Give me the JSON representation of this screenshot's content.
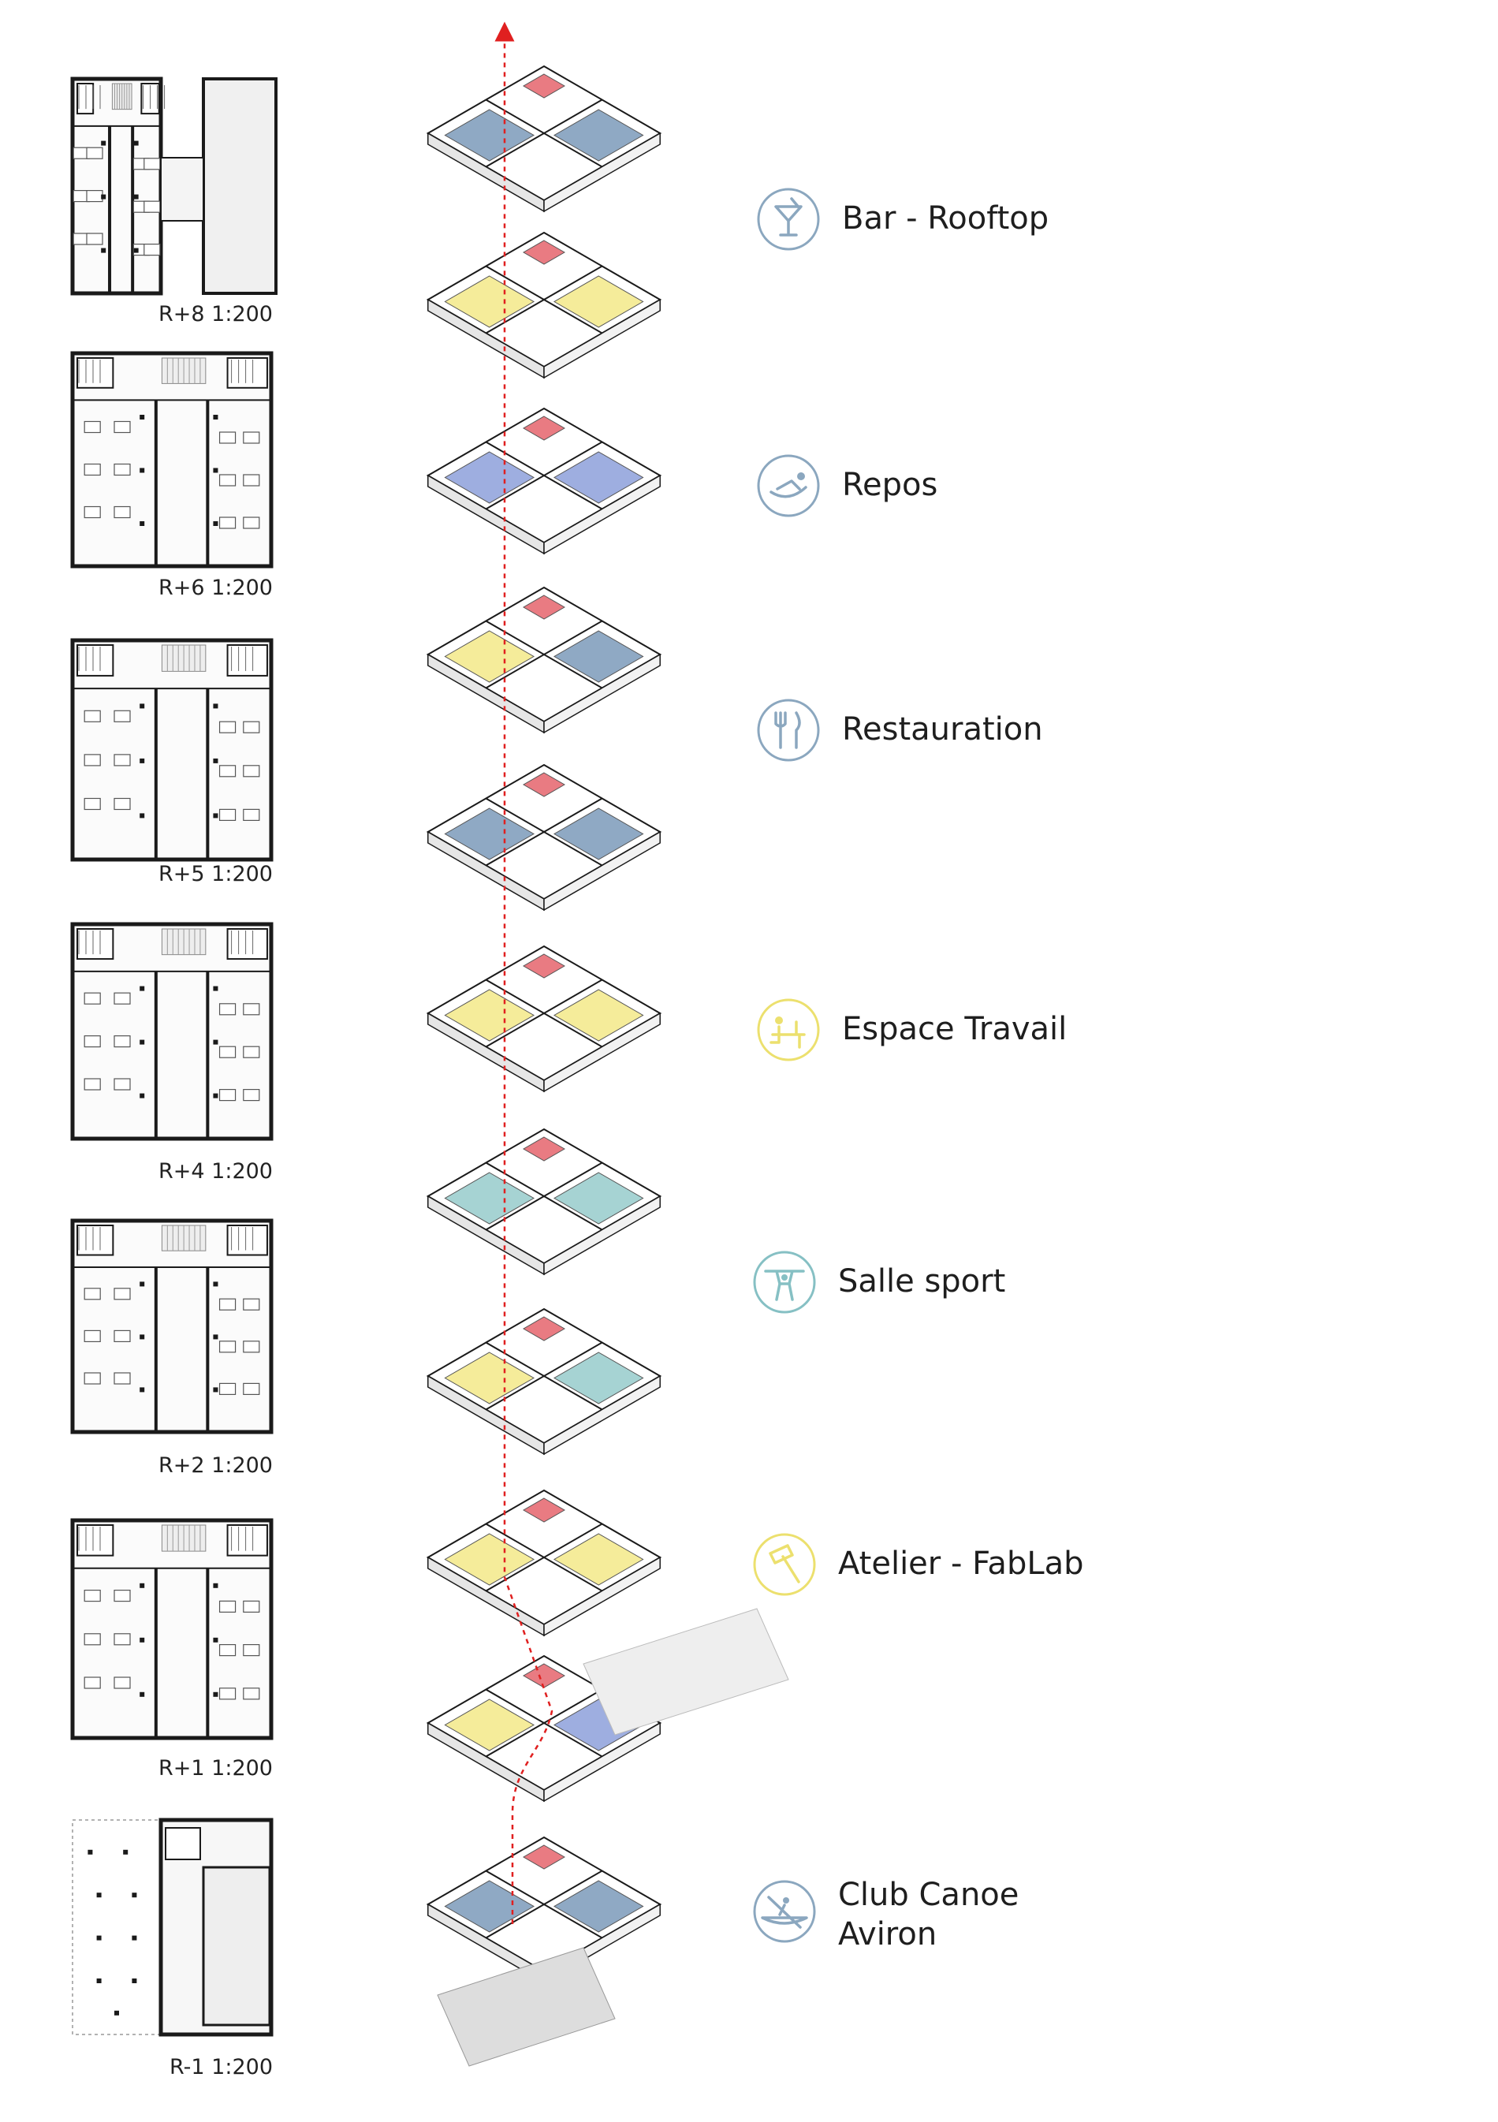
{
  "colors": {
    "blue": "#8fa9c4",
    "yellow": "#f5ec9a",
    "red": "#e97b82",
    "teal": "#a6d3d3",
    "violet": "#9eaee0",
    "line": "#1a1a1a",
    "icon_blue": "#8ba7bf",
    "icon_yellow": "#ece06e",
    "icon_teal": "#86c0c4",
    "path": "#e02020"
  },
  "plans": [
    {
      "label": "R+8 1:200",
      "variant": "r8"
    },
    {
      "label": "R+6 1:200",
      "variant": "r6"
    },
    {
      "label": "R+5 1:200",
      "variant": "r5"
    },
    {
      "label": "R+4 1:200",
      "variant": "r4"
    },
    {
      "label": "R+2 1:200",
      "variant": "r2"
    },
    {
      "label": "R+1 1:200",
      "variant": "r1"
    },
    {
      "label": "R-1 1:200",
      "variant": "rm1"
    }
  ],
  "legend": [
    {
      "lines": [
        "Bar - Rooftop"
      ],
      "icon": "cocktail-glass-icon",
      "color": "blue"
    },
    {
      "lines": [
        "Repos"
      ],
      "icon": "reclining-person-icon",
      "color": "blue"
    },
    {
      "lines": [
        "Restauration"
      ],
      "icon": "fork-knife-icon",
      "color": "blue"
    },
    {
      "lines": [
        "Espace Travail"
      ],
      "icon": "desk-worker-icon",
      "color": "yellow"
    },
    {
      "lines": [
        "Salle sport"
      ],
      "icon": "weightlifter-icon",
      "color": "teal"
    },
    {
      "lines": [
        "Atelier - FabLab"
      ],
      "icon": "hammer-icon",
      "color": "yellow"
    },
    {
      "lines": [
        "Club Canoe",
        "Aviron"
      ],
      "icon": "canoe-icon",
      "color": "blue"
    }
  ],
  "axo_floors": [
    {
      "fill": "blue"
    },
    {
      "fill": "yellow"
    },
    {
      "fill": "violet"
    },
    {
      "fill": "blue"
    },
    {
      "fill": "blue"
    },
    {
      "fill": "yellow"
    },
    {
      "fill": "teal"
    },
    {
      "fill": "teal"
    },
    {
      "fill": "yellow"
    },
    {
      "fill": "violet"
    },
    {
      "fill": "blue"
    }
  ]
}
